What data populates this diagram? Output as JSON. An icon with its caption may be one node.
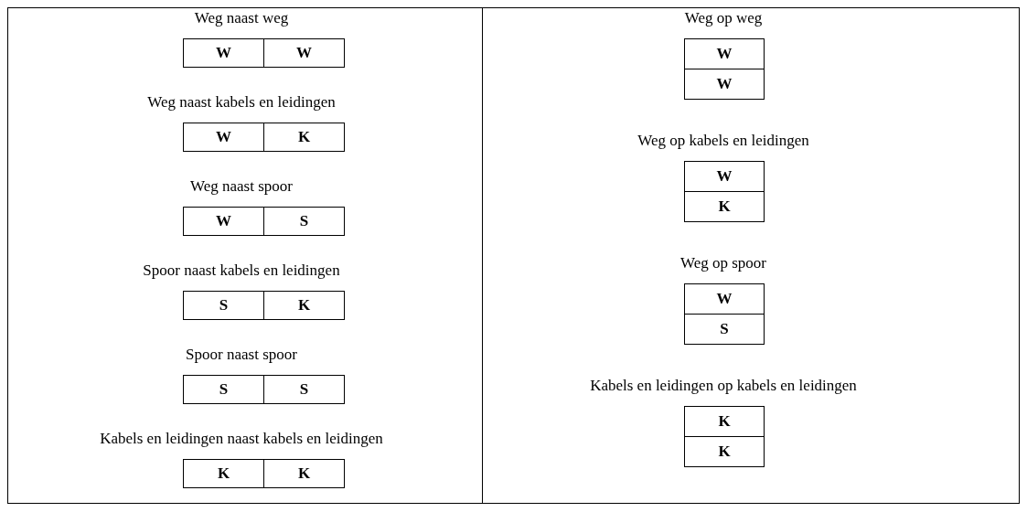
{
  "diagram": {
    "nodes": [
      {
        "text": [
          "W"
        ]
      },
      {
        "text": [
          "W"
        ]
      },
      {
        "text": [
          "W"
        ]
      },
      {
        "text": [
          "K"
        ]
      },
      {
        "text": [
          "W"
        ]
      },
      {
        "text": [
          "S"
        ]
      },
      {
        "text": [
          "S"
        ]
      },
      {
        "text": [
          "K"
        ]
      },
      {
        "text": [
          "S"
        ]
      },
      {
        "text": [
          "S"
        ]
      },
      {
        "text": [
          "K"
        ]
      },
      {
        "text": [
          "K"
        ]
      },
      {
        "text": [
          "W"
        ]
      },
      {
        "text": [
          "W"
        ]
      },
      {
        "text": [
          "W"
        ]
      },
      {
        "text": [
          "K"
        ]
      },
      {
        "text": [
          "W"
        ]
      },
      {
        "text": [
          "S"
        ]
      },
      {
        "text": [
          "K"
        ]
      },
      {
        "text": [
          "K"
        ]
      }
    ],
    "labels": [
      "Weg naast weg",
      "Weg naast kabels en leidingen",
      "Weg naast spoor",
      "Spoor naast kabels en leidingen",
      "Spoor naast spoor",
      "Kabels en leidingen naast kabels en leidingen",
      "Weg op weg",
      "Weg op kabels en leidingen",
      "Weg op spoor",
      "Kabels en leidingen op kabels en leidingen"
    ]
  }
}
